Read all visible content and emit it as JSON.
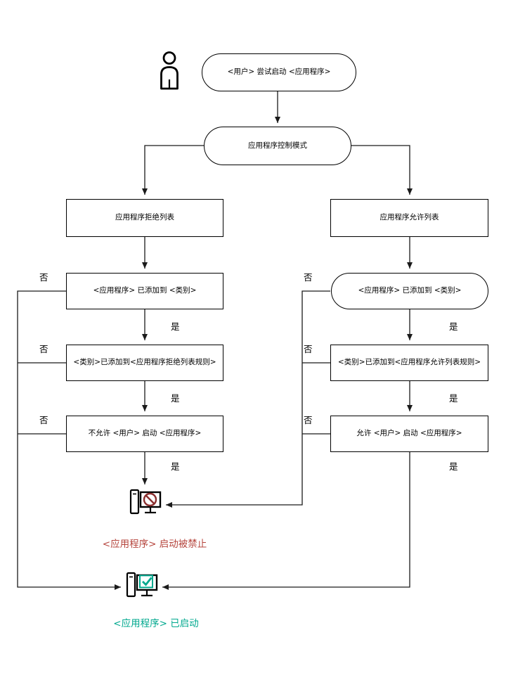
{
  "diagram": {
    "nodes": {
      "start": "<用户> 尝试启动 <应用程序>",
      "mode": "应用程序控制模式",
      "deny_list": "应用程序拒绝列表",
      "deny_category": "<应用程序> 已添加到 <类别>",
      "deny_rule": "<类别>已添加到<应用程序拒绝列表规则>",
      "deny_user": "不允许 <用户> 启动 <应用程序>",
      "allow_list": "应用程序允许列表",
      "allow_category": "<应用程序> 已添加到 <类别>",
      "allow_rule": "<类别>已添加到<应用程序允许列表规则>",
      "allow_user": "允许 <用户> 启动 <应用程序>"
    },
    "branch_labels": {
      "yes": "是",
      "no": "否"
    },
    "results": {
      "blocked": "<应用程序> 启动被禁止",
      "started": "<应用程序> 已启动"
    },
    "colors": {
      "blocked_text": "#b5443c",
      "started_text": "#00a88e",
      "prohibit_icon": "#8b2e2e",
      "check_icon": "#00a88e",
      "line": "#1a1a1a"
    }
  }
}
